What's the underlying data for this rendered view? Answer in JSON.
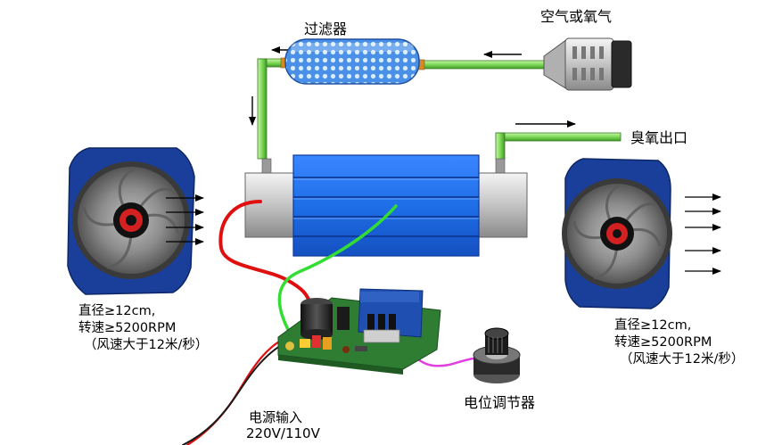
{
  "labels": {
    "filter": "过滤器",
    "air_input": "空气或氧气",
    "ozone_output": "臭氧出口",
    "potentiometer": "电位调节器",
    "power_title": "电源输入",
    "power_voltage": "220V/110V"
  },
  "fan_left": {
    "spec_lines": [
      "直径≥12cm,",
      "转速≥5200RPM",
      "（风速大于12米/秒）"
    ]
  },
  "fan_right": {
    "spec_lines": [
      "直径≥12cm,",
      "转速≥5200RPM",
      "（风速大于12米/秒）"
    ]
  },
  "colors": {
    "tube_green": "#7ed957",
    "ozone_tube_blue": "#1f6fe0",
    "fan_blue": "#1a3f9a",
    "wire_red": "#e01010",
    "wire_green": "#33dd33",
    "wire_magenta": "#e040e0",
    "pcb_green": "#2e7d32",
    "filter_blue": "#3b82f6"
  }
}
